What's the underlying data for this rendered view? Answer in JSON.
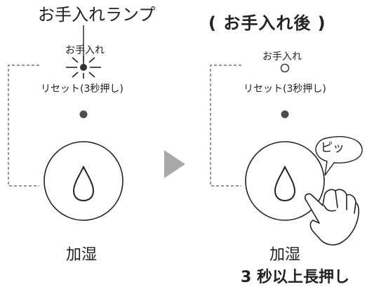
{
  "before": {
    "title": "お手入れランプ",
    "lamp_label": "お手入れ",
    "reset_label": "リセット(3秒押し)",
    "button_label": "加湿"
  },
  "after": {
    "title": "( お手入れ後 )",
    "lamp_label": "お手入れ",
    "reset_label": "リセット(3秒押し)",
    "button_label": "加湿",
    "instruction": "3 秒以上長押し",
    "beep": "ピッ"
  },
  "colors": {
    "line": "#222222",
    "dashed": "#555555",
    "arrow": "#a9a9a9",
    "indicator": "#4d4d4d"
  },
  "icons": {
    "lamp_lit": "starburst-lamp-icon",
    "lamp_off": "empty-circle-icon",
    "button": "water-drop-icon",
    "hand": "pointing-hand-icon",
    "arrow": "right-triangle-arrow-icon"
  }
}
